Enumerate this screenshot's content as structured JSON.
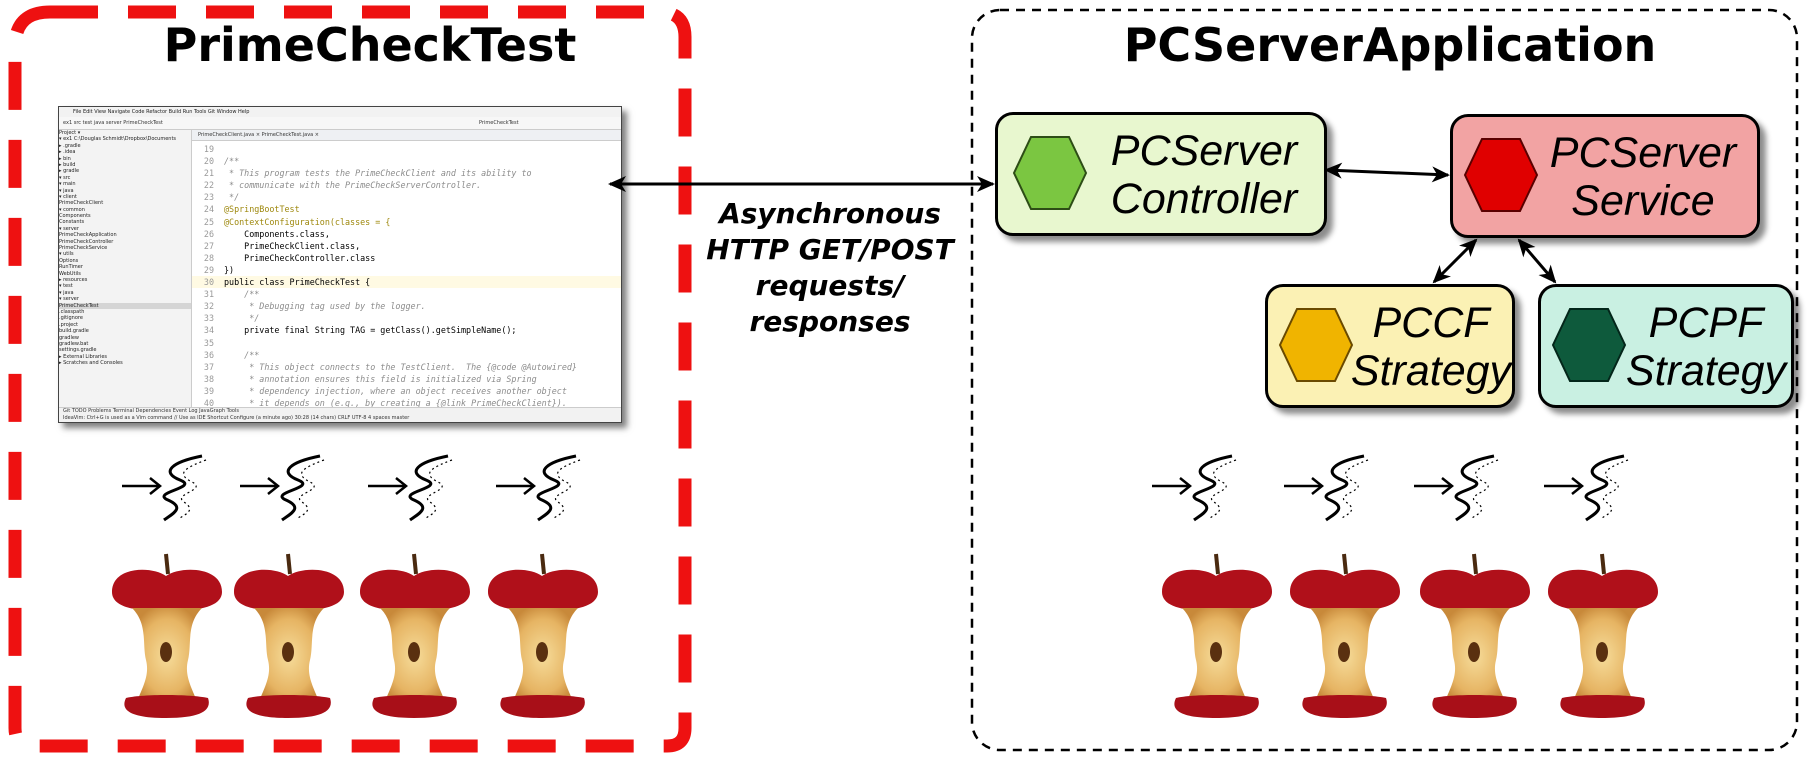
{
  "left_panel": {
    "title": "PrimeCheckTest",
    "border_color": "#ee1111"
  },
  "right_panel": {
    "title": "PCServerApplication"
  },
  "arrow_label": [
    "Asynchronous",
    "HTTP GET/POST",
    "requests/",
    "responses"
  ],
  "components": {
    "controller": {
      "line1": "PCServer",
      "line2": "Controller",
      "fill": "#e8f7cf",
      "hex": "#7bc641"
    },
    "service": {
      "line1": "PCServer",
      "line2": "Service",
      "fill": "#f2a3a3",
      "hex": "#e00000"
    },
    "pccf": {
      "line1": "PCCF",
      "line2": "Strategy",
      "fill": "#fbf1b4",
      "hex": "#f0b400"
    },
    "pcpf": {
      "line1": "PCPF",
      "line2": "Strategy",
      "fill": "#c9f0e2",
      "hex": "#0e5a3c"
    }
  },
  "ide": {
    "menu": "File  Edit  View  Navigate  Code  Refactor  Build  Run  Tools  Git  Window  Help",
    "breadcrumb": "ex1  src  test  java  server  PrimeCheckTest",
    "run_config": "PrimeCheckTest",
    "tabs": "PrimeCheckClient.java ×     PrimeCheckTest.java ×",
    "tree": [
      "Project ▾",
      "▾ ex1 C:\\Douglas Schmidt\\Dropbox\\Documents",
      "  ▸ .gradle",
      "  ▸ .idea",
      "  ▸ bin",
      "  ▸ build",
      "  ▸ gradle",
      "  ▾ src",
      "    ▾ main",
      "      ▾ java",
      "        ▾ client",
      "            PrimeCheckClient",
      "        ▾ common",
      "            Components",
      "            Constants",
      "        ▾ server",
      "            PrimeCheckApplication",
      "            PrimeCheckController",
      "            PrimeCheckService",
      "        ▾ utils",
      "            Options",
      "            RunTimer",
      "            WebUtils",
      "      ▸ resources",
      "    ▾ test",
      "      ▾ java",
      "        ▾ server",
      "            PrimeCheckTest",
      "    .classpath",
      "    .gitignore",
      "    .project",
      "    build.gradle",
      "    gradlew",
      "    gradlew.bat",
      "    settings.gradle",
      "  ▸ External Libraries",
      "  ▸ Scratches and Consoles"
    ],
    "code": [
      {
        "n": "19",
        "t": ""
      },
      {
        "n": "20",
        "t": "/**"
      },
      {
        "n": "21",
        "t": " * This program tests the PrimeCheckClient and its ability to"
      },
      {
        "n": "22",
        "t": " * communicate with the PrimeCheckServerController."
      },
      {
        "n": "23",
        "t": " */"
      },
      {
        "n": "24",
        "t": "@SpringBootTest"
      },
      {
        "n": "25",
        "t": "@ContextConfiguration(classes = {"
      },
      {
        "n": "26",
        "t": "    Components.class,"
      },
      {
        "n": "27",
        "t": "    PrimeCheckClient.class,"
      },
      {
        "n": "28",
        "t": "    PrimeCheckController.class"
      },
      {
        "n": "29",
        "t": "})"
      },
      {
        "n": "30",
        "t": "public class PrimeCheckTest {"
      },
      {
        "n": "31",
        "t": "    /**"
      },
      {
        "n": "32",
        "t": "     * Debugging tag used by the logger."
      },
      {
        "n": "33",
        "t": "     */"
      },
      {
        "n": "34",
        "t": "    private final String TAG = getClass().getSimpleName();"
      },
      {
        "n": "35",
        "t": ""
      },
      {
        "n": "36",
        "t": "    /**"
      },
      {
        "n": "37",
        "t": "     * This object connects to the TestClient.  The {@code @Autowired}"
      },
      {
        "n": "38",
        "t": "     * annotation ensures this field is initialized via Spring"
      },
      {
        "n": "39",
        "t": "     * dependency injection, where an object receives another object"
      },
      {
        "n": "40",
        "t": "     * it depends on (e.g., by creating a {@link PrimeCheckClient})."
      }
    ],
    "bottom_tabs": "Git   TODO   Problems   Terminal   Dependencies          Event Log   JavaGraph Tools",
    "status": "IdeaVim: Ctrl+G is used as a Vim command // Use as IDE Shortcut   Configure   (a minute ago)      30:28 (14 chars)  CRLF  UTF-8  4 spaces  master"
  }
}
